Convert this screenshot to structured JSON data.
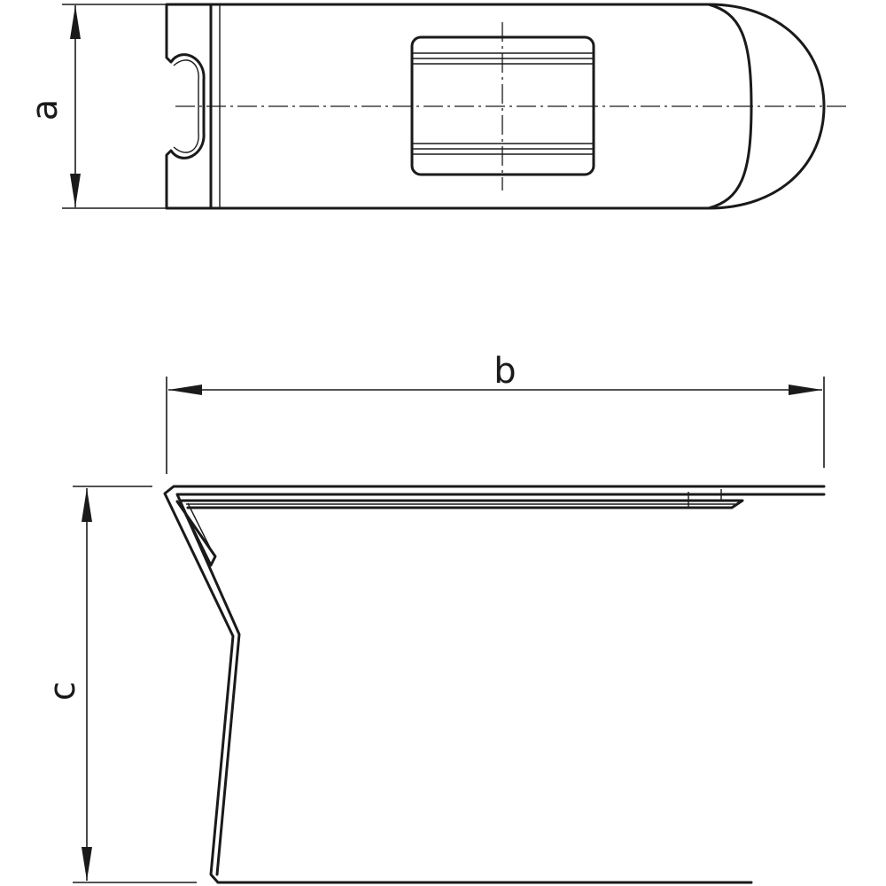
{
  "drawing": {
    "dimensions": {
      "width_label": "a",
      "length_label": "b",
      "height_label": "c"
    },
    "colors": {
      "line": "#1a1a1a",
      "background": "#ffffff"
    }
  }
}
